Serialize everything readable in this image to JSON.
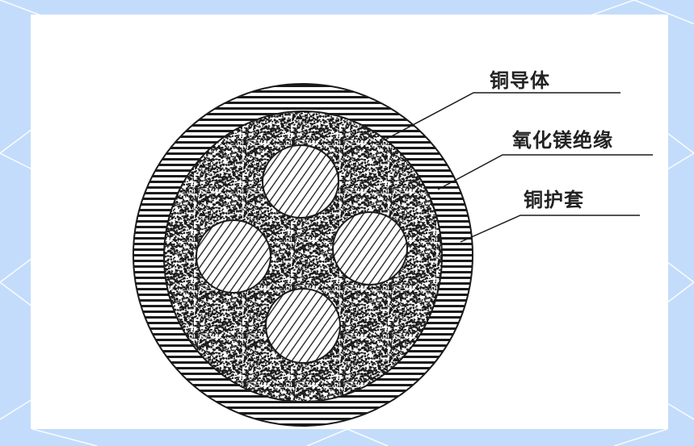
{
  "diagram": {
    "labels": {
      "conductor": "铜导体",
      "insulation": "氧化镁绝缘",
      "sheath": "铜护套"
    },
    "colors": {
      "background": "#c4dcfb",
      "panel": "#ffffff",
      "ink": "#1a1a1a"
    },
    "conductor_count": 4
  }
}
